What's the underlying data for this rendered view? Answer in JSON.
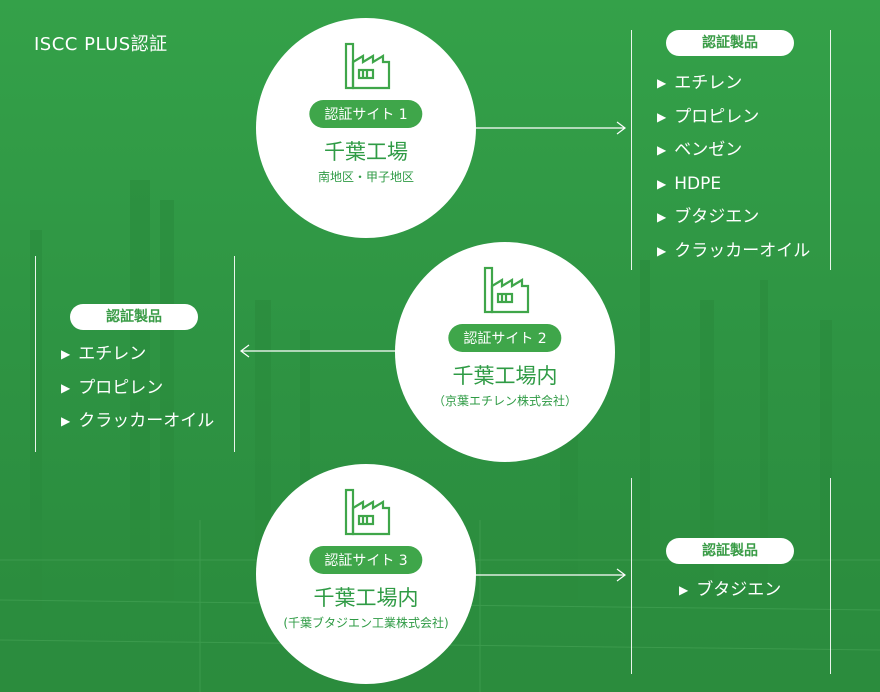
{
  "title": "ISCC PLUS認証",
  "colors": {
    "accent": "#3fa64a",
    "text_green": "#2f9b45",
    "background": "#2f9a44"
  },
  "sites": [
    {
      "badge": "認証サイト 1",
      "name": "千葉工場",
      "sub": "南地区・甲子地区",
      "icon": "factory-icon"
    },
    {
      "badge": "認証サイト 2",
      "name": "千葉工場内",
      "sub": "（京葉エチレン株式会社）",
      "icon": "factory-icon"
    },
    {
      "badge": "認証サイト 3",
      "name": "千葉工場内",
      "sub": "(千葉ブタジエン工業株式会社)",
      "icon": "factory-icon"
    }
  ],
  "products": [
    {
      "header": "認証製品",
      "items": [
        "エチレン",
        "プロピレン",
        "ベンゼン",
        "HDPE",
        "ブタジエン",
        "クラッカーオイル"
      ]
    },
    {
      "header": "認証製品",
      "items": [
        "エチレン",
        "プロピレン",
        "クラッカーオイル"
      ]
    },
    {
      "header": "認証製品",
      "items": [
        "ブタジエン"
      ]
    }
  ],
  "bullet": "▶"
}
